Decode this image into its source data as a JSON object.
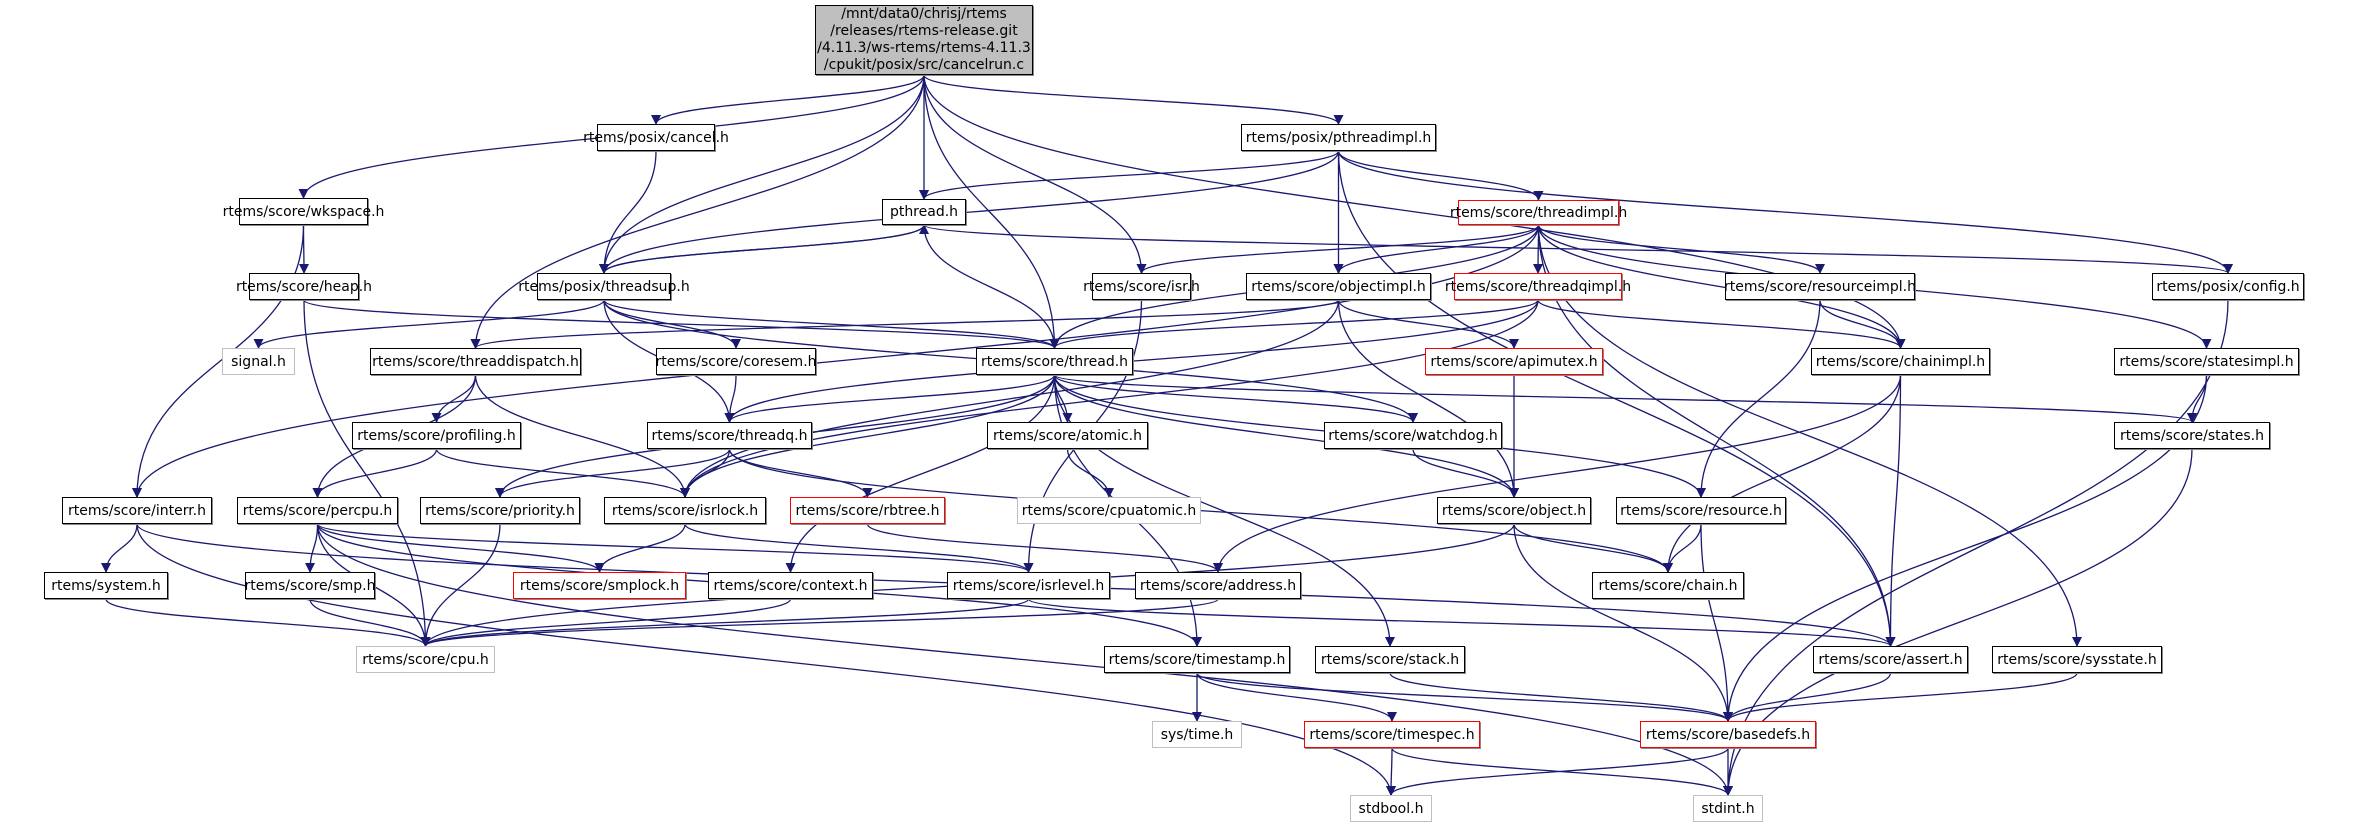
{
  "graph": {
    "type": "include-dependency-graph",
    "edge_color": "#191970",
    "nodes": [
      {
        "id": "root",
        "label_lines": [
          "/mnt/data0/chrisj/rtems",
          "/releases/rtems-release.git",
          "/4.11.3/ws-rtems/rtems-4.11.3",
          "/cpukit/posix/src/cancelrun.c"
        ],
        "style": "root"
      },
      {
        "id": "cancel",
        "label": "rtems/posix/cancel.h",
        "style": "normal"
      },
      {
        "id": "pthreadimpl",
        "label": "rtems/posix/pthreadimpl.h",
        "style": "normal"
      },
      {
        "id": "wkspace",
        "label": "rtems/score/wkspace.h",
        "style": "normal"
      },
      {
        "id": "pthread",
        "label": "pthread.h",
        "style": "normal"
      },
      {
        "id": "threadimpl",
        "label": "rtems/score/threadimpl.h",
        "style": "red"
      },
      {
        "id": "heap",
        "label": "rtems/score/heap.h",
        "style": "normal"
      },
      {
        "id": "threadsup",
        "label": "rtems/posix/threadsup.h",
        "style": "normal"
      },
      {
        "id": "isr",
        "label": "rtems/score/isr.h",
        "style": "normal"
      },
      {
        "id": "objectimpl",
        "label": "rtems/score/objectimpl.h",
        "style": "normal"
      },
      {
        "id": "threadqimpl",
        "label": "rtems/score/threadqimpl.h",
        "style": "red"
      },
      {
        "id": "resourceimpl",
        "label": "rtems/score/resourceimpl.h",
        "style": "normal"
      },
      {
        "id": "config",
        "label": "rtems/posix/config.h",
        "style": "normal"
      },
      {
        "id": "signal",
        "label": "signal.h",
        "style": "gray"
      },
      {
        "id": "threaddispatch",
        "label": "rtems/score/threaddispatch.h",
        "style": "normal"
      },
      {
        "id": "coresem",
        "label": "rtems/score/coresem.h",
        "style": "normal"
      },
      {
        "id": "thread",
        "label": "rtems/score/thread.h",
        "style": "normal"
      },
      {
        "id": "apimutex",
        "label": "rtems/score/apimutex.h",
        "style": "red"
      },
      {
        "id": "chainimpl",
        "label": "rtems/score/chainimpl.h",
        "style": "normal"
      },
      {
        "id": "statesimpl",
        "label": "rtems/score/statesimpl.h",
        "style": "normal"
      },
      {
        "id": "profiling",
        "label": "rtems/score/profiling.h",
        "style": "normal"
      },
      {
        "id": "threadq",
        "label": "rtems/score/threadq.h",
        "style": "normal"
      },
      {
        "id": "atomic",
        "label": "rtems/score/atomic.h",
        "style": "normal"
      },
      {
        "id": "watchdog",
        "label": "rtems/score/watchdog.h",
        "style": "normal"
      },
      {
        "id": "states",
        "label": "rtems/score/states.h",
        "style": "normal"
      },
      {
        "id": "interr",
        "label": "rtems/score/interr.h",
        "style": "normal"
      },
      {
        "id": "percpu",
        "label": "rtems/score/percpu.h",
        "style": "normal"
      },
      {
        "id": "priority",
        "label": "rtems/score/priority.h",
        "style": "normal"
      },
      {
        "id": "isrlock",
        "label": "rtems/score/isrlock.h",
        "style": "normal"
      },
      {
        "id": "rbtree",
        "label": "rtems/score/rbtree.h",
        "style": "red"
      },
      {
        "id": "cpuatomic",
        "label": "rtems/score/cpuatomic.h",
        "style": "gray"
      },
      {
        "id": "object",
        "label": "rtems/score/object.h",
        "style": "normal"
      },
      {
        "id": "resource",
        "label": "rtems/score/resource.h",
        "style": "normal"
      },
      {
        "id": "system",
        "label": "rtems/system.h",
        "style": "normal"
      },
      {
        "id": "smp",
        "label": "rtems/score/smp.h",
        "style": "normal"
      },
      {
        "id": "smplock",
        "label": "rtems/score/smplock.h",
        "style": "red"
      },
      {
        "id": "context",
        "label": "rtems/score/context.h",
        "style": "normal"
      },
      {
        "id": "isrlevel",
        "label": "rtems/score/isrlevel.h",
        "style": "normal"
      },
      {
        "id": "address",
        "label": "rtems/score/address.h",
        "style": "normal"
      },
      {
        "id": "chain",
        "label": "rtems/score/chain.h",
        "style": "normal"
      },
      {
        "id": "cpu",
        "label": "rtems/score/cpu.h",
        "style": "gray"
      },
      {
        "id": "timestamp",
        "label": "rtems/score/timestamp.h",
        "style": "normal"
      },
      {
        "id": "stack",
        "label": "rtems/score/stack.h",
        "style": "normal"
      },
      {
        "id": "assert",
        "label": "rtems/score/assert.h",
        "style": "normal"
      },
      {
        "id": "sysstate",
        "label": "rtems/score/sysstate.h",
        "style": "normal"
      },
      {
        "id": "systime",
        "label": "sys/time.h",
        "style": "gray"
      },
      {
        "id": "timespec",
        "label": "rtems/score/timespec.h",
        "style": "red"
      },
      {
        "id": "basedefs",
        "label": "rtems/score/basedefs.h",
        "style": "red"
      },
      {
        "id": "stdbool",
        "label": "stdbool.h",
        "style": "gray"
      },
      {
        "id": "stdint",
        "label": "stdint.h",
        "style": "gray"
      }
    ],
    "edges": [
      [
        "root",
        "wkspace"
      ],
      [
        "root",
        "threaddispatch"
      ],
      [
        "root",
        "cancel"
      ],
      [
        "root",
        "threadsup"
      ],
      [
        "root",
        "pthread"
      ],
      [
        "root",
        "thread"
      ],
      [
        "root",
        "isr"
      ],
      [
        "root",
        "pthreadimpl"
      ],
      [
        "root",
        "chainimpl"
      ],
      [
        "cancel",
        "threadsup"
      ],
      [
        "pthreadimpl",
        "threadsup"
      ],
      [
        "pthreadimpl",
        "pthread"
      ],
      [
        "pthreadimpl",
        "objectimpl"
      ],
      [
        "pthreadimpl",
        "threadimpl"
      ],
      [
        "pthreadimpl",
        "config"
      ],
      [
        "pthreadimpl",
        "assert"
      ],
      [
        "wkspace",
        "heap"
      ],
      [
        "wkspace",
        "interr"
      ],
      [
        "heap",
        "thread"
      ],
      [
        "heap",
        "cpu"
      ],
      [
        "pthread",
        "threadsup"
      ],
      [
        "pthread",
        "thread"
      ],
      [
        "pthread",
        "config"
      ],
      [
        "threadsup",
        "pthread"
      ],
      [
        "threadsup",
        "signal"
      ],
      [
        "threadsup",
        "coresem"
      ],
      [
        "threadsup",
        "thread"
      ],
      [
        "threadsup",
        "threadq"
      ],
      [
        "threadsup",
        "watchdog"
      ],
      [
        "threadimpl",
        "isr"
      ],
      [
        "threadimpl",
        "objectimpl"
      ],
      [
        "threadimpl",
        "threadqimpl"
      ],
      [
        "threadimpl",
        "thread"
      ],
      [
        "threadimpl",
        "resourceimpl"
      ],
      [
        "threadimpl",
        "chainimpl"
      ],
      [
        "threadimpl",
        "statesimpl"
      ],
      [
        "threadimpl",
        "sysstate"
      ],
      [
        "threadimpl",
        "assert"
      ],
      [
        "threadimpl",
        "interr"
      ],
      [
        "isr",
        "isrlevel"
      ],
      [
        "objectimpl",
        "threaddispatch"
      ],
      [
        "objectimpl",
        "apimutex"
      ],
      [
        "objectimpl",
        "object"
      ],
      [
        "objectimpl",
        "isrlock"
      ],
      [
        "threadqimpl",
        "thread"
      ],
      [
        "threadqimpl",
        "threadq"
      ],
      [
        "threadqimpl",
        "chainimpl"
      ],
      [
        "threadqimpl",
        "isrlock"
      ],
      [
        "resourceimpl",
        "chainimpl"
      ],
      [
        "resourceimpl",
        "resource"
      ],
      [
        "config",
        "stdint"
      ],
      [
        "threaddispatch",
        "profiling"
      ],
      [
        "threaddispatch",
        "percpu"
      ],
      [
        "threaddispatch",
        "isrlock"
      ],
      [
        "coresem",
        "threadq"
      ],
      [
        "thread",
        "threadq"
      ],
      [
        "thread",
        "atomic"
      ],
      [
        "thread",
        "watchdog"
      ],
      [
        "thread",
        "object"
      ],
      [
        "thread",
        "resource"
      ],
      [
        "thread",
        "states"
      ],
      [
        "thread",
        "priority"
      ],
      [
        "thread",
        "isrlock"
      ],
      [
        "thread",
        "context"
      ],
      [
        "thread",
        "timestamp"
      ],
      [
        "thread",
        "stack"
      ],
      [
        "apimutex",
        "object"
      ],
      [
        "chainimpl",
        "chain"
      ],
      [
        "chainimpl",
        "assert"
      ],
      [
        "chainimpl",
        "address"
      ],
      [
        "statesimpl",
        "states"
      ],
      [
        "statesimpl",
        "basedefs"
      ],
      [
        "profiling",
        "percpu"
      ],
      [
        "profiling",
        "isrlock"
      ],
      [
        "threadq",
        "priority"
      ],
      [
        "threadq",
        "isrlock"
      ],
      [
        "threadq",
        "rbtree"
      ],
      [
        "threadq",
        "chain"
      ],
      [
        "atomic",
        "cpuatomic"
      ],
      [
        "watchdog",
        "object"
      ],
      [
        "states",
        "stdint"
      ],
      [
        "interr",
        "system"
      ],
      [
        "interr",
        "stdbool"
      ],
      [
        "interr",
        "assert"
      ],
      [
        "percpu",
        "smp"
      ],
      [
        "percpu",
        "smplock"
      ],
      [
        "percpu",
        "cpu"
      ],
      [
        "percpu",
        "isrlevel"
      ],
      [
        "percpu",
        "timestamp"
      ],
      [
        "percpu",
        "stdint"
      ],
      [
        "priority",
        "cpu"
      ],
      [
        "isrlock",
        "smplock"
      ],
      [
        "isrlock",
        "isrlevel"
      ],
      [
        "rbtree",
        "address"
      ],
      [
        "object",
        "chain"
      ],
      [
        "object",
        "basedefs"
      ],
      [
        "object",
        "cpu"
      ],
      [
        "resource",
        "chain"
      ],
      [
        "resource",
        "basedefs"
      ],
      [
        "system",
        "cpu"
      ],
      [
        "smp",
        "cpu"
      ],
      [
        "context",
        "cpu"
      ],
      [
        "isrlevel",
        "cpu"
      ],
      [
        "isrlevel",
        "assert"
      ],
      [
        "address",
        "cpu"
      ],
      [
        "timestamp",
        "systime"
      ],
      [
        "timestamp",
        "timespec"
      ],
      [
        "timestamp",
        "basedefs"
      ],
      [
        "stack",
        "basedefs"
      ],
      [
        "assert",
        "basedefs"
      ],
      [
        "sysstate",
        "basedefs"
      ],
      [
        "timespec",
        "stdbool"
      ],
      [
        "timespec",
        "stdint"
      ],
      [
        "basedefs",
        "stdbool"
      ],
      [
        "basedefs",
        "stdint"
      ]
    ]
  }
}
